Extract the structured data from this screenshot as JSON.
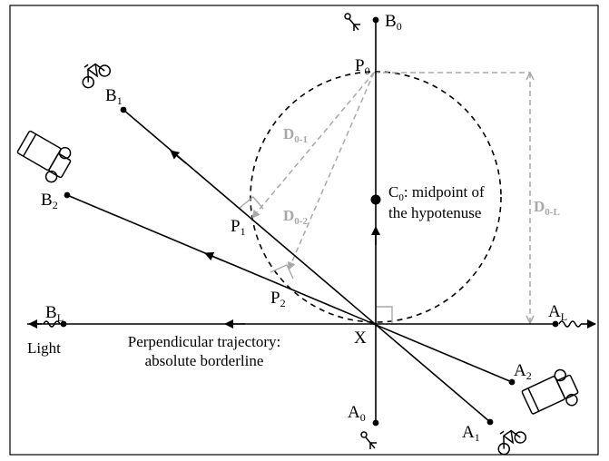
{
  "diagram": {
    "labels": {
      "b0": {
        "main": "B",
        "sub": "0"
      },
      "b1": {
        "main": "B",
        "sub": "1"
      },
      "b2": {
        "main": "B",
        "sub": "2"
      },
      "bl": {
        "main": "B",
        "sub": "L"
      },
      "a0": {
        "main": "A",
        "sub": "0"
      },
      "a1": {
        "main": "A",
        "sub": "1"
      },
      "a2": {
        "main": "A",
        "sub": "2"
      },
      "al": {
        "main": "A",
        "sub": "L"
      },
      "p0": {
        "main": "P",
        "sub": "0"
      },
      "p1": {
        "main": "P",
        "sub": "1"
      },
      "p2": {
        "main": "P",
        "sub": "2"
      },
      "x": "X",
      "d01": {
        "main": "D",
        "sub": "0-1"
      },
      "d02": {
        "main": "D",
        "sub": "0-2"
      },
      "d0l": {
        "main": "D",
        "sub": "0-L"
      },
      "c0": {
        "main": "C",
        "sub": "0",
        "rest": ": midpoint of"
      },
      "c0_line2": "the hypotenuse",
      "light": "Light",
      "perp_line1": "Perpendicular trajectory:",
      "perp_line2": "absolute borderline"
    },
    "icons": {
      "pedestrian": "pedestrian-icon",
      "bicycle": "bicycle-icon",
      "car": "car-icon",
      "light_wave": "light-wave-icon"
    },
    "colors": {
      "line": "#000000",
      "guide": "#a8a8a8",
      "frame": "#000000"
    }
  }
}
